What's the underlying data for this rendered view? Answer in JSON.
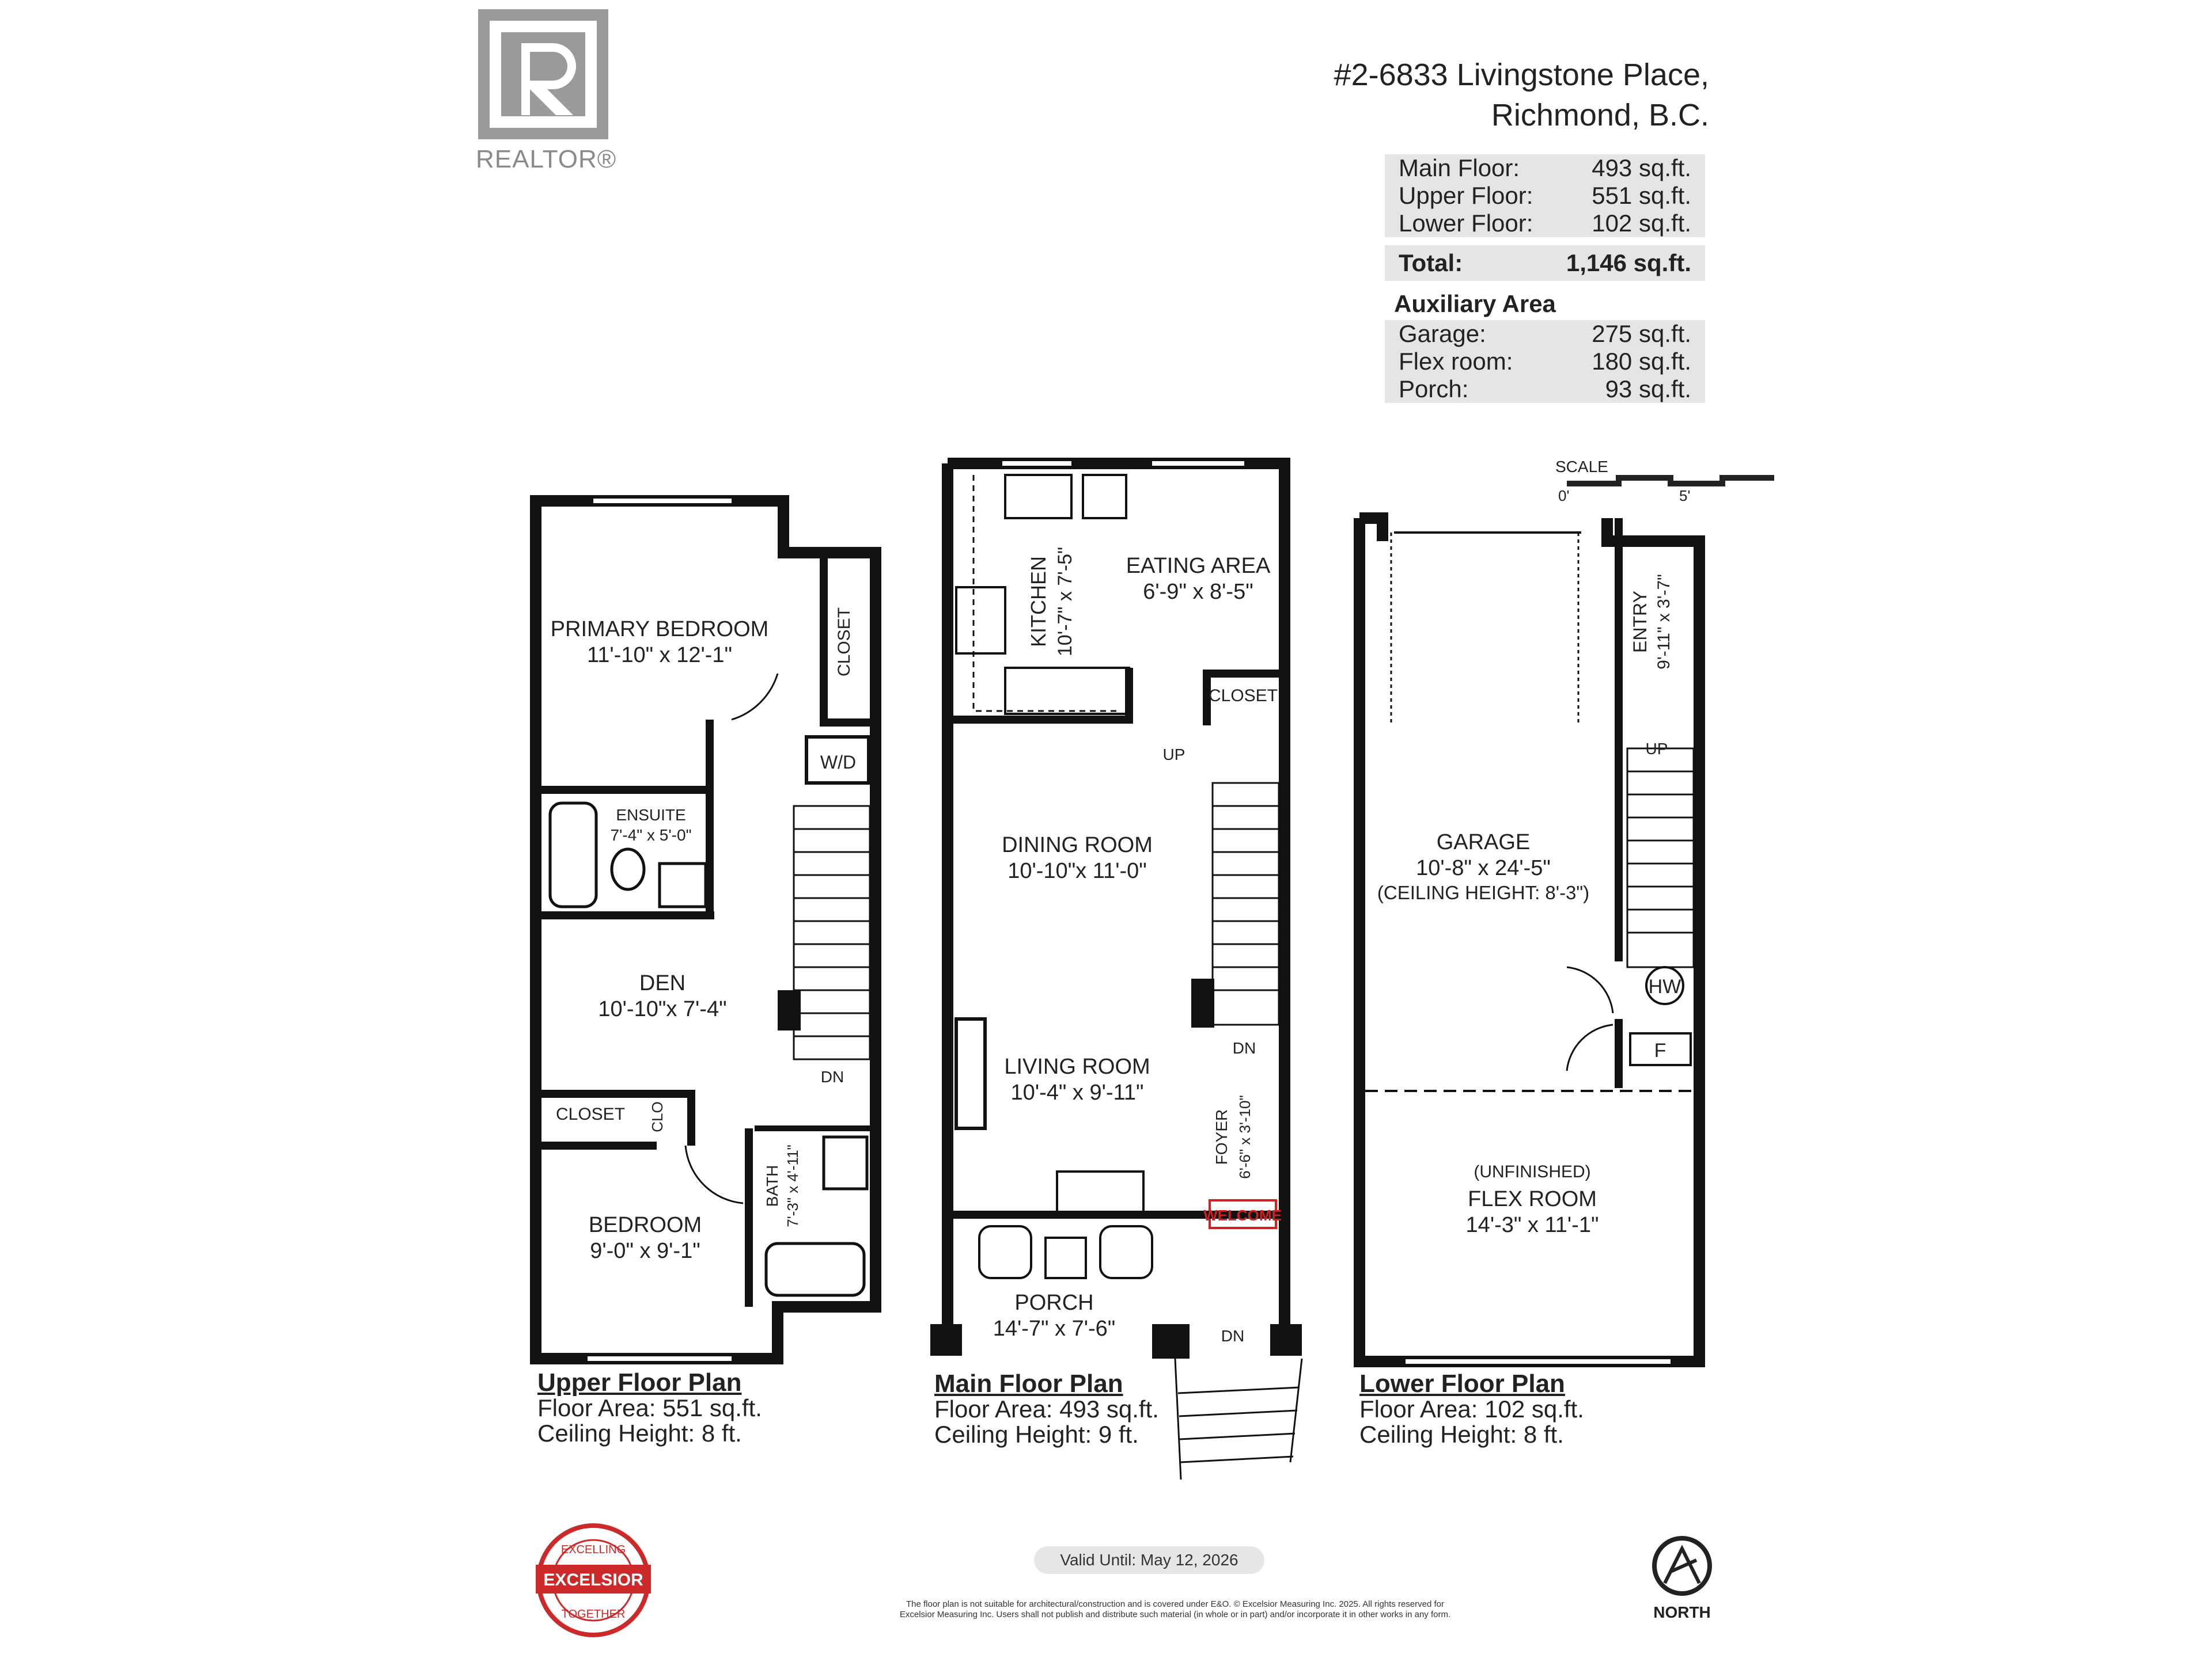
{
  "header": {
    "address_line1": "#2-6833 Livingstone Place,",
    "address_line2": "Richmond, B.C.",
    "realtor_logo_text": "REALTOR®"
  },
  "summary": {
    "rows": [
      {
        "label": "Main Floor:",
        "value": "493 sq.ft."
      },
      {
        "label": "Upper Floor:",
        "value": "551 sq.ft."
      },
      {
        "label": "Lower Floor:",
        "value": "102 sq.ft."
      }
    ],
    "total_label": "Total:",
    "total_value": "1,146 sq.ft.",
    "aux_heading": "Auxiliary Area",
    "aux_rows": [
      {
        "label": "Garage:",
        "value": "275 sq.ft."
      },
      {
        "label": "Flex room:",
        "value": "180 sq.ft."
      },
      {
        "label": "Porch:",
        "value": "93 sq.ft."
      }
    ]
  },
  "scale": {
    "label": "SCALE",
    "start": "0'",
    "end": "5'"
  },
  "upper": {
    "primary_bedroom": "PRIMARY BEDROOM",
    "primary_bedroom_dim": "11'-10\" x 12'-1\"",
    "closet_top": "CLOSET",
    "wd": "W/D",
    "ensuite": "ENSUITE",
    "ensuite_dim": "7'-4\" x 5'-0\"",
    "den": "DEN",
    "den_dim": "10'-10\"x 7'-4\"",
    "dn": "DN",
    "closet": "CLOSET",
    "clo": "CLO",
    "bath": "BATH",
    "bath_dim": "7'-3\" x 4'-11\"",
    "bedroom": "BEDROOM",
    "bedroom_dim": "9'-0\" x 9'-1\"",
    "plan_title": "Upper Floor Plan",
    "floor_area": "Floor Area: 551 sq.ft.",
    "ceiling": "Ceiling Height: 8 ft."
  },
  "main": {
    "kitchen": "KITCHEN",
    "kitchen_dim": "10'-7\" x 7'-5\"",
    "eating_area": "EATING AREA",
    "eating_dim": "6'-9\" x 8'-5\"",
    "closet": "CLOSET",
    "up": "UP",
    "dining_room": "DINING ROOM",
    "dining_dim": "10'-10\"x 11'-0\"",
    "dn": "DN",
    "living_room": "LIVING ROOM",
    "living_dim": "10'-4\" x 9'-11\"",
    "foyer": "FOYER",
    "foyer_dim": "6'-6\" x 3'-10\"",
    "welcome": "WELCOME",
    "porch": "PORCH",
    "porch_dim": "14'-7\" x 7'-6\"",
    "porch_dn": "DN",
    "plan_title": "Main Floor Plan",
    "floor_area": "Floor Area: 493 sq.ft.",
    "ceiling": "Ceiling Height: 9 ft."
  },
  "lower": {
    "entry": "ENTRY",
    "entry_dim": "9'-11\" x 3'-7\"",
    "up": "UP",
    "garage": "GARAGE",
    "garage_dim": "10'-8\" x 24'-5\"",
    "garage_ceiling": "(CEILING HEIGHT: 8'-3\")",
    "hw": "HW",
    "f": "F",
    "unfinished": "(UNFINISHED)",
    "flex_room": "FLEX ROOM",
    "flex_dim": "14'-3\" x 11'-1\"",
    "plan_title": "Lower Floor Plan",
    "floor_area": "Floor Area: 102 sq.ft.",
    "ceiling": "Ceiling Height: 8 ft."
  },
  "footer": {
    "valid_until": "Valid Until: May 12, 2026",
    "disclaimer_line1": "The floor plan is not suitable for architectural/construction and is covered under E&O. © Excelsior Measuring Inc. 2025. All rights reserved for",
    "disclaimer_line2": "Excelsior Measuring Inc. Users shall not publish and distribute such material (in whole or in part) and/or incorporate it in other works in any form.",
    "seal_top": "EXCELLING",
    "seal_middle": "EXCELSIOR",
    "seal_bottom": "TOGETHER",
    "north": "NORTH"
  }
}
